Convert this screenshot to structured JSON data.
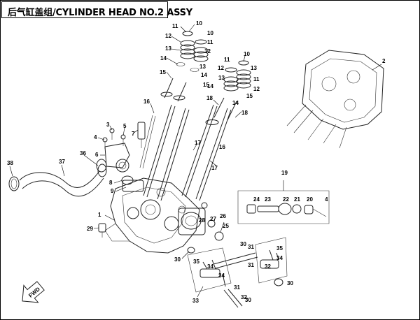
{
  "title": "后气缸盖组/CYLINDER HEAD NO.2 ASSY",
  "fwd_label": "FWD",
  "callouts": [
    "1",
    "2",
    "3",
    "4",
    "5",
    "6",
    "7",
    "8",
    "9",
    "10",
    "11",
    "12",
    "13",
    "14",
    "15",
    "16",
    "17",
    "18",
    "19",
    "20",
    "21",
    "22",
    "23",
    "24",
    "25",
    "26",
    "27",
    "28",
    "29",
    "30",
    "31",
    "32",
    "33",
    "34",
    "35",
    "36",
    "37",
    "38"
  ]
}
